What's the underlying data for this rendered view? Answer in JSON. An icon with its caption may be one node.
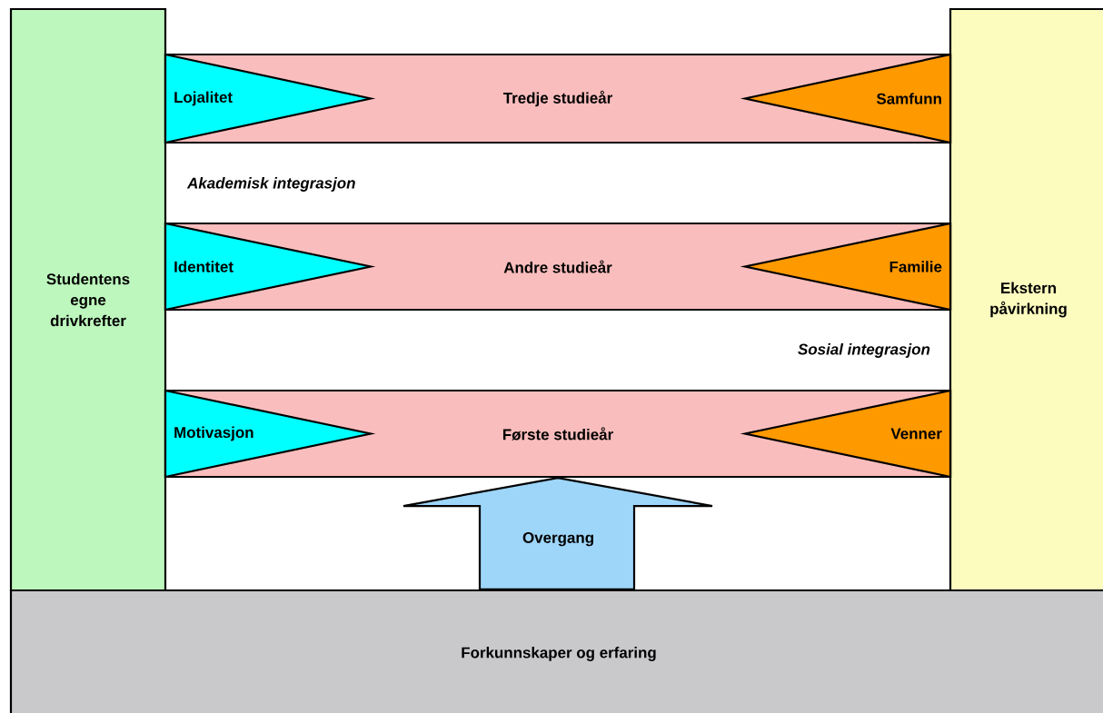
{
  "diagram": {
    "nodes": [
      {
        "text": [
          "Studentens egne drivkrefter"
        ]
      },
      {
        "text": [
          "Ekstern påvirkning"
        ]
      },
      {
        "text": [
          "Tredje studieår"
        ]
      },
      {
        "text": [
          "Lojalitet"
        ],
        "in": 2
      },
      {
        "text": [
          "Samfunn"
        ],
        "in": 2
      },
      {
        "text": [
          "Andre studieår"
        ]
      },
      {
        "text": [
          "Identitet"
        ],
        "in": 5
      },
      {
        "text": [
          "Familie"
        ],
        "in": 5
      },
      {
        "text": [
          "Første studieår"
        ]
      },
      {
        "text": [
          "Motivasjon"
        ],
        "in": 8
      },
      {
        "text": [
          "Venner"
        ],
        "in": 8
      },
      {
        "text": [
          "Forkunnskaper og erfaring"
        ]
      }
    ],
    "edges": [
      {
        "from": 11,
        "to": 8,
        "arrow": "to",
        "label": "Overgang"
      }
    ],
    "labels": [
      "Akademisk integrasjon",
      "Sosial integrasjon"
    ]
  }
}
